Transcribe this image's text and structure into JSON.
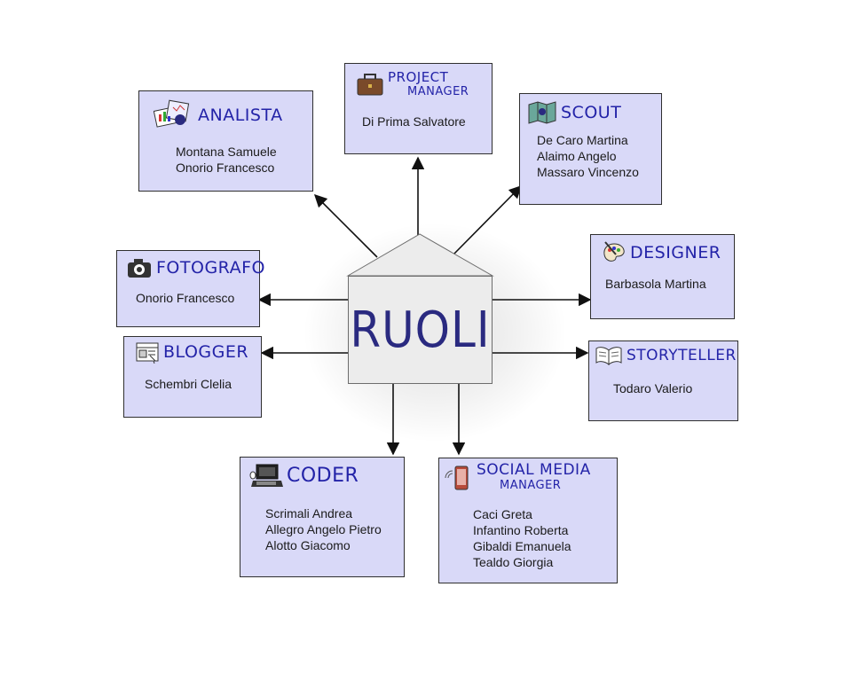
{
  "center": {
    "label": "RUOLI"
  },
  "roles": [
    {
      "id": "analista",
      "title": "ANALISTA",
      "members": [
        "Montana Samuele",
        "Onorio Francesco"
      ]
    },
    {
      "id": "project-manager",
      "title": "PROJECT",
      "title2": "MANAGER",
      "members": [
        "Di Prima Salvatore"
      ]
    },
    {
      "id": "scout",
      "title": "SCOUT",
      "members": [
        "De Caro Martina",
        "Alaimo Angelo",
        "Massaro Vincenzo"
      ]
    },
    {
      "id": "fotografo",
      "title": "FOTOGRAFO",
      "members": [
        "Onorio Francesco"
      ]
    },
    {
      "id": "designer",
      "title": "DESIGNER",
      "members": [
        "Barbasola Martina"
      ]
    },
    {
      "id": "blogger",
      "title": "BLOGGER",
      "members": [
        "Schembri Clelia"
      ]
    },
    {
      "id": "storyteller",
      "title": "STORYTELLER",
      "members": [
        "Todaro Valerio"
      ]
    },
    {
      "id": "coder",
      "title": "CODER",
      "members": [
        "Scrimali Andrea",
        "Allegro Angelo Pietro",
        "Alotto Giacomo"
      ]
    },
    {
      "id": "social-media-manager",
      "title": "SOCIAL MEDIA",
      "title2": "MANAGER",
      "members": [
        "Caci Greta",
        "Infantino Roberta",
        "Gibaldi Emanuela",
        "Tealdo Giorgia"
      ]
    }
  ],
  "icons": {
    "analista": "charts-icon",
    "project-manager": "briefcase-icon",
    "scout": "map-icon",
    "fotografo": "camera-icon",
    "designer": "palette-icon",
    "blogger": "web-page-icon",
    "storyteller": "open-book-icon",
    "coder": "laptop-icon",
    "social-media-manager": "smartphone-icon"
  },
  "colors": {
    "card_fill": "#d9d9f8",
    "title_text": "#2323a8",
    "center_text": "#2a2a80",
    "center_fill": "#ececec"
  }
}
